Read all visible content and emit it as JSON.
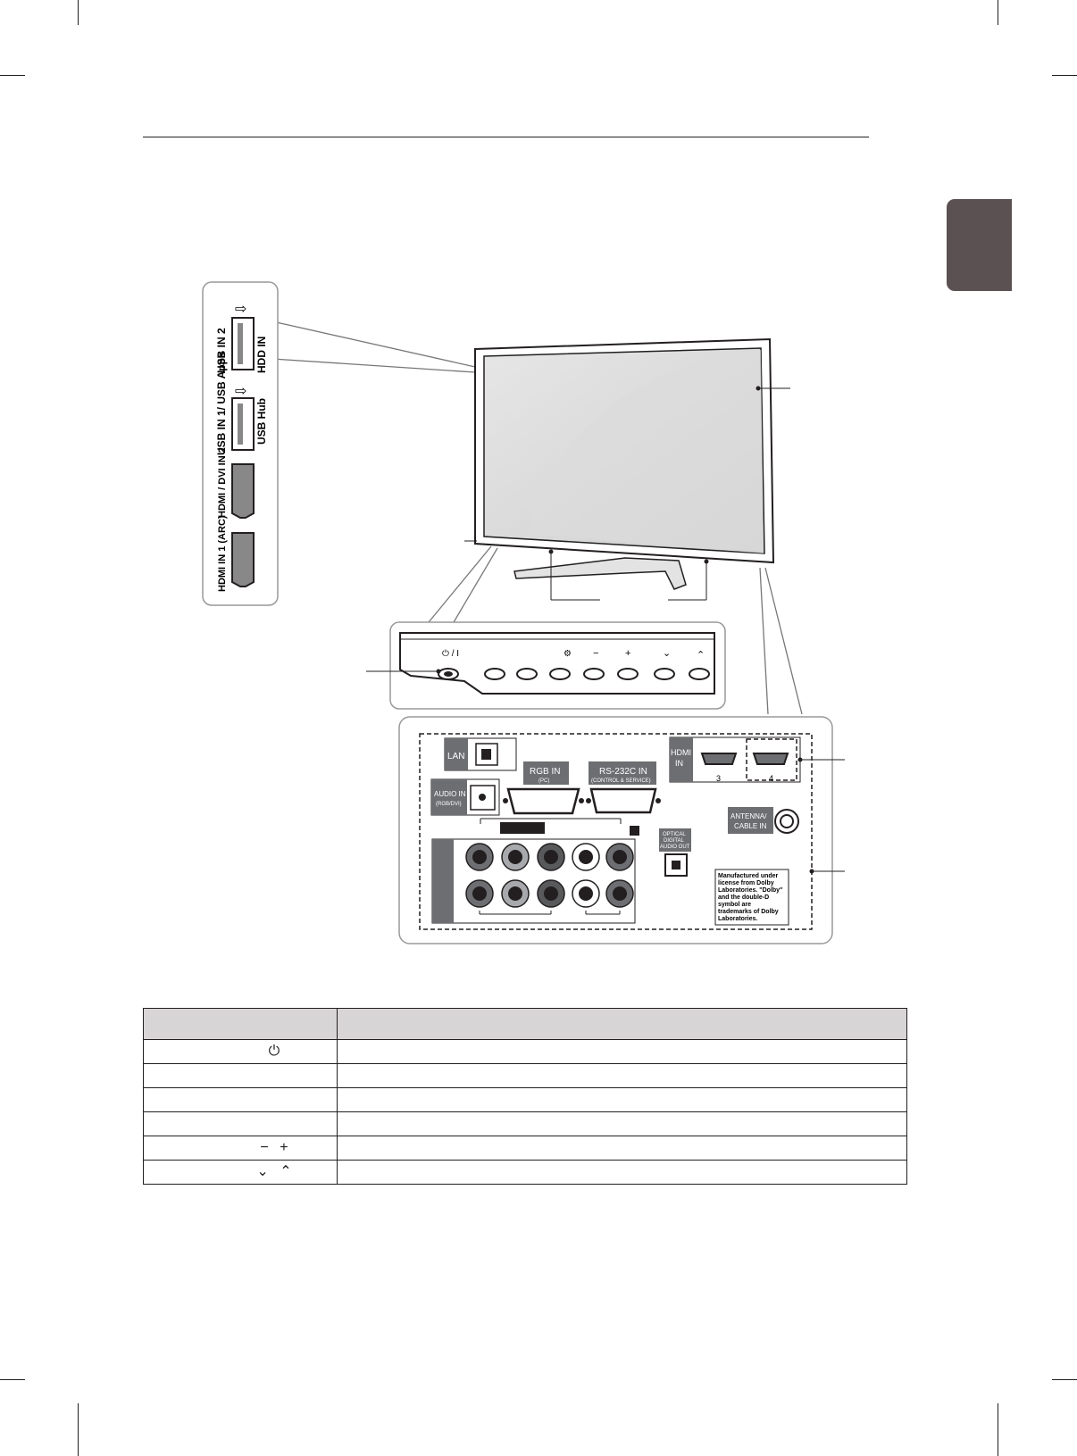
{
  "usb_panel": {
    "usb2_label": "USB IN 2",
    "usb2_sub": "HDD IN",
    "usb1_label": "USB IN 1/ USB Apps",
    "usb1_sub": "USB Hub",
    "hdmi2_label": "HDMI / DVI IN 2",
    "hdmi1_label": "HDMI IN 1 (ARC)"
  },
  "buttons_strip": {
    "power_symbol": "⏻ / I",
    "settings_symbol": "⚙",
    "minus_symbol": "−",
    "plus_symbol": "+",
    "down_symbol": "⌄",
    "up_symbol": "⌃"
  },
  "back_panel": {
    "lan_label": "LAN",
    "rgb_label": "RGB IN",
    "rgb_sub": "(PC)",
    "rs232_label": "RS-232C IN",
    "rs232_sub": "(CONTROL & SERVICE)",
    "hdmi_label_1": "HDMI",
    "hdmi_label_2": "IN",
    "hdmi3_num": "3",
    "hdmi4_num": "4",
    "audio_in_label": "AUDIO IN",
    "audio_in_sub": "(RGB/DVI)",
    "antenna_label_1": "ANTENNA/",
    "antenna_label_2": "CABLE IN",
    "optical_1": "OPTICAL",
    "optical_2": "DIGITAL",
    "optical_3": "AUDIO OUT",
    "dolby_1": "Manufactured under",
    "dolby_2": "license from Dolby",
    "dolby_3": "Laboratories. \"Dolby\"",
    "dolby_4": "and the double-D",
    "dolby_5": "symbol are",
    "dolby_6": "trademarks of Dolby",
    "dolby_7": "Laboratories."
  },
  "table": {
    "rows": [
      {
        "symbol": "⏻"
      },
      {
        "symbol": ""
      },
      {
        "symbol": ""
      },
      {
        "symbol": ""
      },
      {
        "symbol": "−  +"
      },
      {
        "symbol": "⌄ ⌃"
      }
    ]
  }
}
